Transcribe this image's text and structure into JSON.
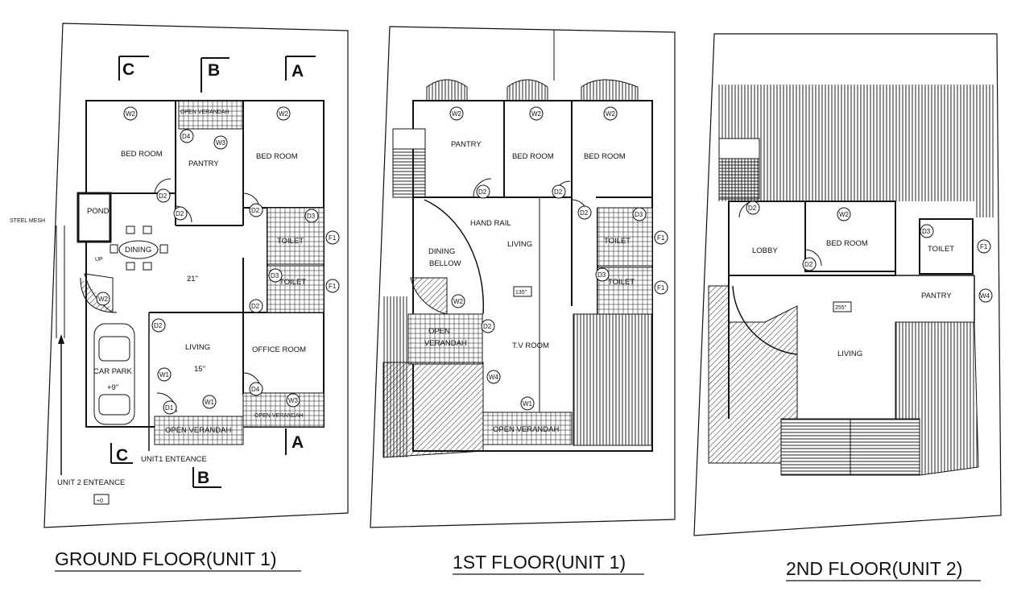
{
  "unit1_ground": {
    "section_markers": {
      "a_top": "A",
      "a_bottom": "A",
      "b_top": "B",
      "b_bottom": "B",
      "c_top": "C",
      "c_bottom": "C"
    },
    "rooms": {
      "bedroom_left": "BED ROOM",
      "bedroom_right": "BED ROOM",
      "pantry": "PANTRY",
      "pond": "POND",
      "dining": "DINING",
      "toilet_1": "TOILET",
      "toilet_2": "TOILET",
      "living": "LIVING",
      "office_room": "OFFICE ROOM",
      "car_park": "CAR PARK",
      "open_verandah_top": "OPEN VERANDAH",
      "open_verandah_bottom": "OPEN VERANDAH",
      "open_verandah_right": "OPEN VERANDAH"
    },
    "levels": {
      "dining": "21\"",
      "living": "15\"",
      "car_park": "+9\"",
      "outside": "+0"
    },
    "tags": {
      "w2_left": "W2",
      "w2_right": "W2",
      "w3_top": "W3",
      "w3_bottom": "W3",
      "w2_stair": "W2",
      "w1_living": "W1",
      "w1_bottom": "W1",
      "d2_a": "D2",
      "d2_b": "D2",
      "d2_c": "D2",
      "d2_d": "D2",
      "d2_e": "D2",
      "d4_top": "D4",
      "d4_bottom": "D4",
      "d3_a": "D3",
      "d3_b": "D3",
      "d1": "D1",
      "f1_a": "F1",
      "f1_b": "F1",
      "up": "UP"
    },
    "notes": {
      "steel_mesh": "STEEL MESH",
      "unit1_entrance": "UNIT1 ENTEANCE",
      "unit2_entrance": "UNIT 2 ENTEANCE"
    }
  },
  "unit1_first": {
    "rooms": {
      "pantry": "PANTRY",
      "bedroom_1": "BED ROOM",
      "bedroom_2": "BED ROOM",
      "hand_rail": "HAND RAIL",
      "living": "LIVING",
      "dining_line1": "DINING",
      "dining_line2": "BELLOW",
      "toilet_1": "TOILET",
      "toilet_2": "TOILET",
      "open_verandah_line1": "OPEN",
      "open_verandah_line2": "VERANDAH",
      "tv_room": "T.V ROOM",
      "open_verandah_bottom": "OPEN VERANDAH"
    },
    "levels": {
      "living": "135\""
    },
    "tags": {
      "w2_a": "W2",
      "w2_b": "W2",
      "w2_c": "W2",
      "w2_stair": "W2",
      "d2_a": "D2",
      "d2_b": "D2",
      "d2_c": "D2",
      "d2_d": "D2",
      "d3_a": "D3",
      "d3_b": "D3",
      "f1_a": "F1",
      "f1_b": "F1",
      "w4": "W4",
      "w1": "W1"
    }
  },
  "unit2_second": {
    "rooms": {
      "lobby": "LOBBY",
      "bedroom": "BED ROOM",
      "toilet": "TOILET",
      "pantry": "PANTRY",
      "living": "LIVING"
    },
    "levels": {
      "living": "255\""
    },
    "tags": {
      "d2_a": "D2",
      "d2_b": "D2",
      "w2": "W2",
      "d3": "D3",
      "f1": "F1",
      "w4": "W4"
    }
  },
  "captions": {
    "ground": "GROUND FLOOR(UNIT 1)",
    "first": "1ST FLOOR(UNIT 1)",
    "second": "2ND FLOOR(UNIT 2)"
  }
}
